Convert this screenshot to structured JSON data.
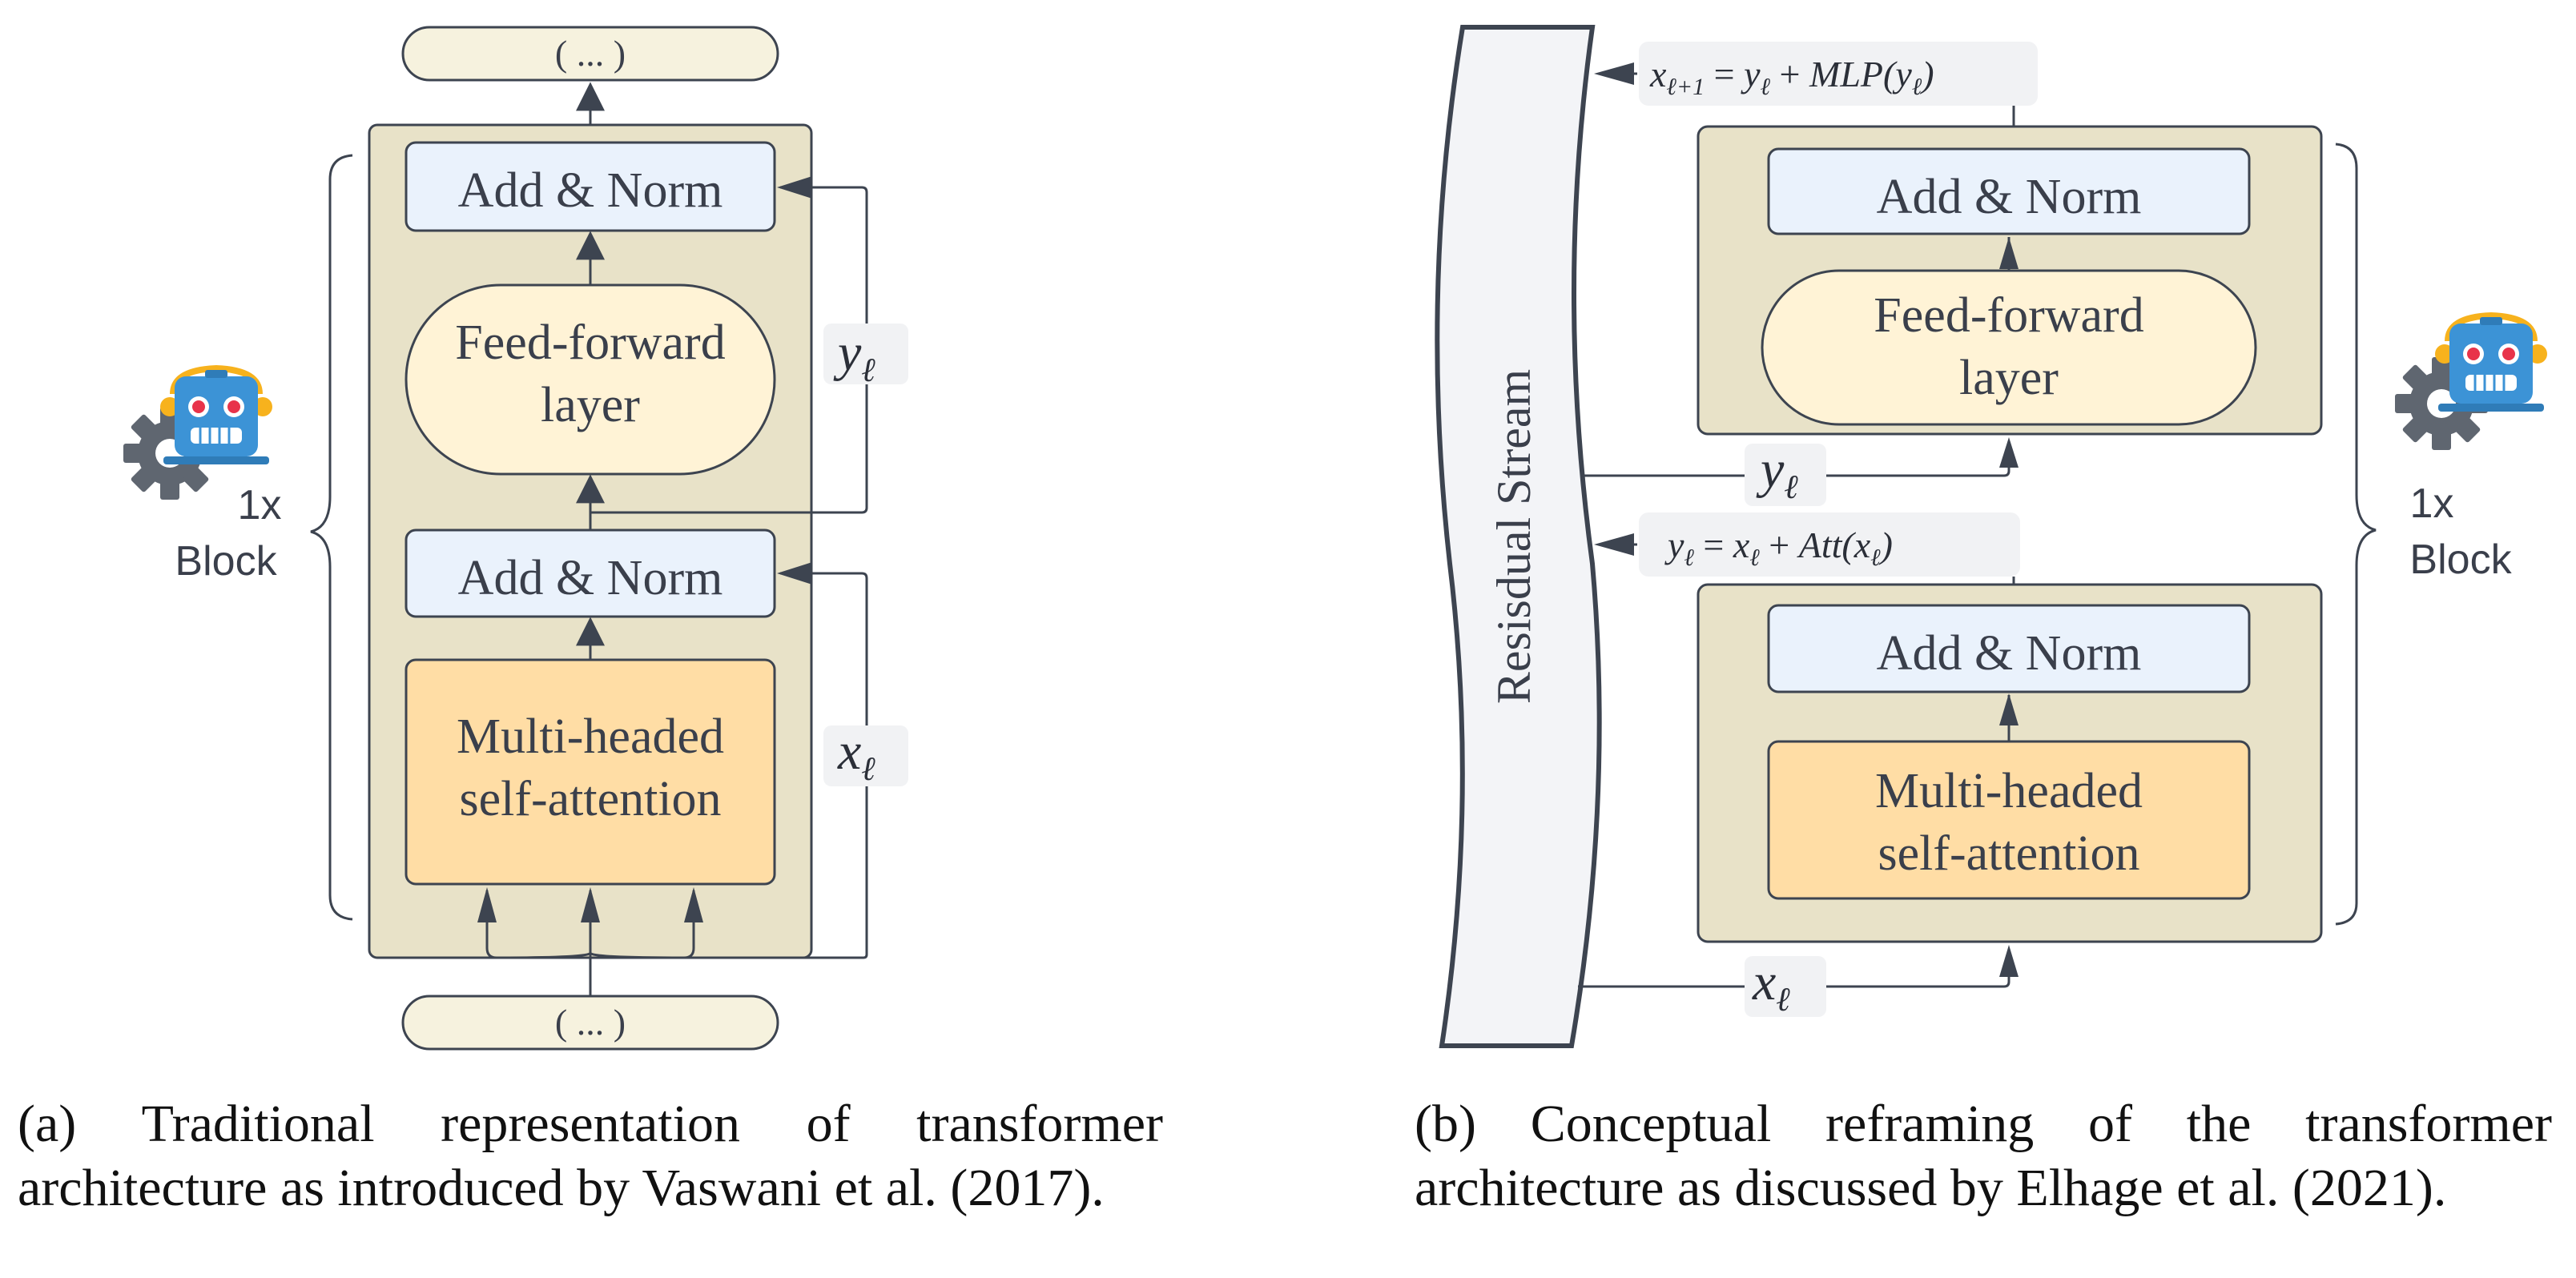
{
  "colors": {
    "block_fill": "#E8E2C8",
    "add_norm_fill": "#EAF2FC",
    "ffn_fill": "#FFF3D6",
    "attention_fill": "#FFDDA5",
    "io_fill": "#F6F2DE",
    "stream_fill": "#F3F4F7",
    "label_chip_fill": "#F1F2F4",
    "stroke": "#3D4450",
    "text": "#3A3F4B",
    "robot_blue": "#3C93D6",
    "robot_orange": "#F7B21D",
    "gear_gray": "#5F6670"
  },
  "panel_a": {
    "top_io": "( ... )",
    "bottom_io": "( ... )",
    "add_norm_top": "Add & Norm",
    "ffn_line1": "Feed-forward",
    "ffn_line2": "layer",
    "add_norm_bottom": "Add & Norm",
    "attn_line1": "Multi-headed",
    "attn_line2": "self-attention",
    "label_y": "y",
    "label_y_sub": "ℓ",
    "label_x": "x",
    "label_x_sub": "ℓ",
    "block_count": "1x",
    "block_word": "Block",
    "icons": [
      "robot-icon",
      "gear-icon"
    ]
  },
  "panel_b": {
    "stream_label": "Resisdual Stream",
    "eq_top": "x_{ℓ+1} = y_ℓ + MLP(y_ℓ)",
    "eq_top_parts": {
      "x": "x",
      "x_sub": "ℓ+1",
      "mid": " = ",
      "y": "y",
      "y_sub": "ℓ",
      "plus": " + ",
      "fn": "MLP(",
      "arg": "y",
      "arg_sub": "ℓ",
      "close": ")"
    },
    "eq_mid": "y_ℓ = x_ℓ + Att(x_ℓ)",
    "eq_mid_parts": {
      "y": "y",
      "y_sub": "ℓ",
      "mid": " = ",
      "x": "x",
      "x_sub": "ℓ",
      "plus": " + ",
      "fn": "Att(",
      "arg": "x",
      "arg_sub": "ℓ",
      "close": ")"
    },
    "add_norm_top": "Add & Norm",
    "ffn_line1": "Feed-forward",
    "ffn_line2": "layer",
    "add_norm_bottom": "Add & Norm",
    "attn_line1": "Multi-headed",
    "attn_line2": "self-attention",
    "label_y": "y",
    "label_y_sub": "ℓ",
    "label_x": "x",
    "label_x_sub": "ℓ",
    "block_count": "1x",
    "block_word": "Block",
    "icons": [
      "robot-icon",
      "gear-icon"
    ]
  },
  "captions": {
    "a": "(a) Traditional representation of transformer architecture as introduced by Vaswani et al. (2017).",
    "b": "(b) Conceptual reframing of the transformer architecture as discussed by Elhage et al. (2021)."
  }
}
